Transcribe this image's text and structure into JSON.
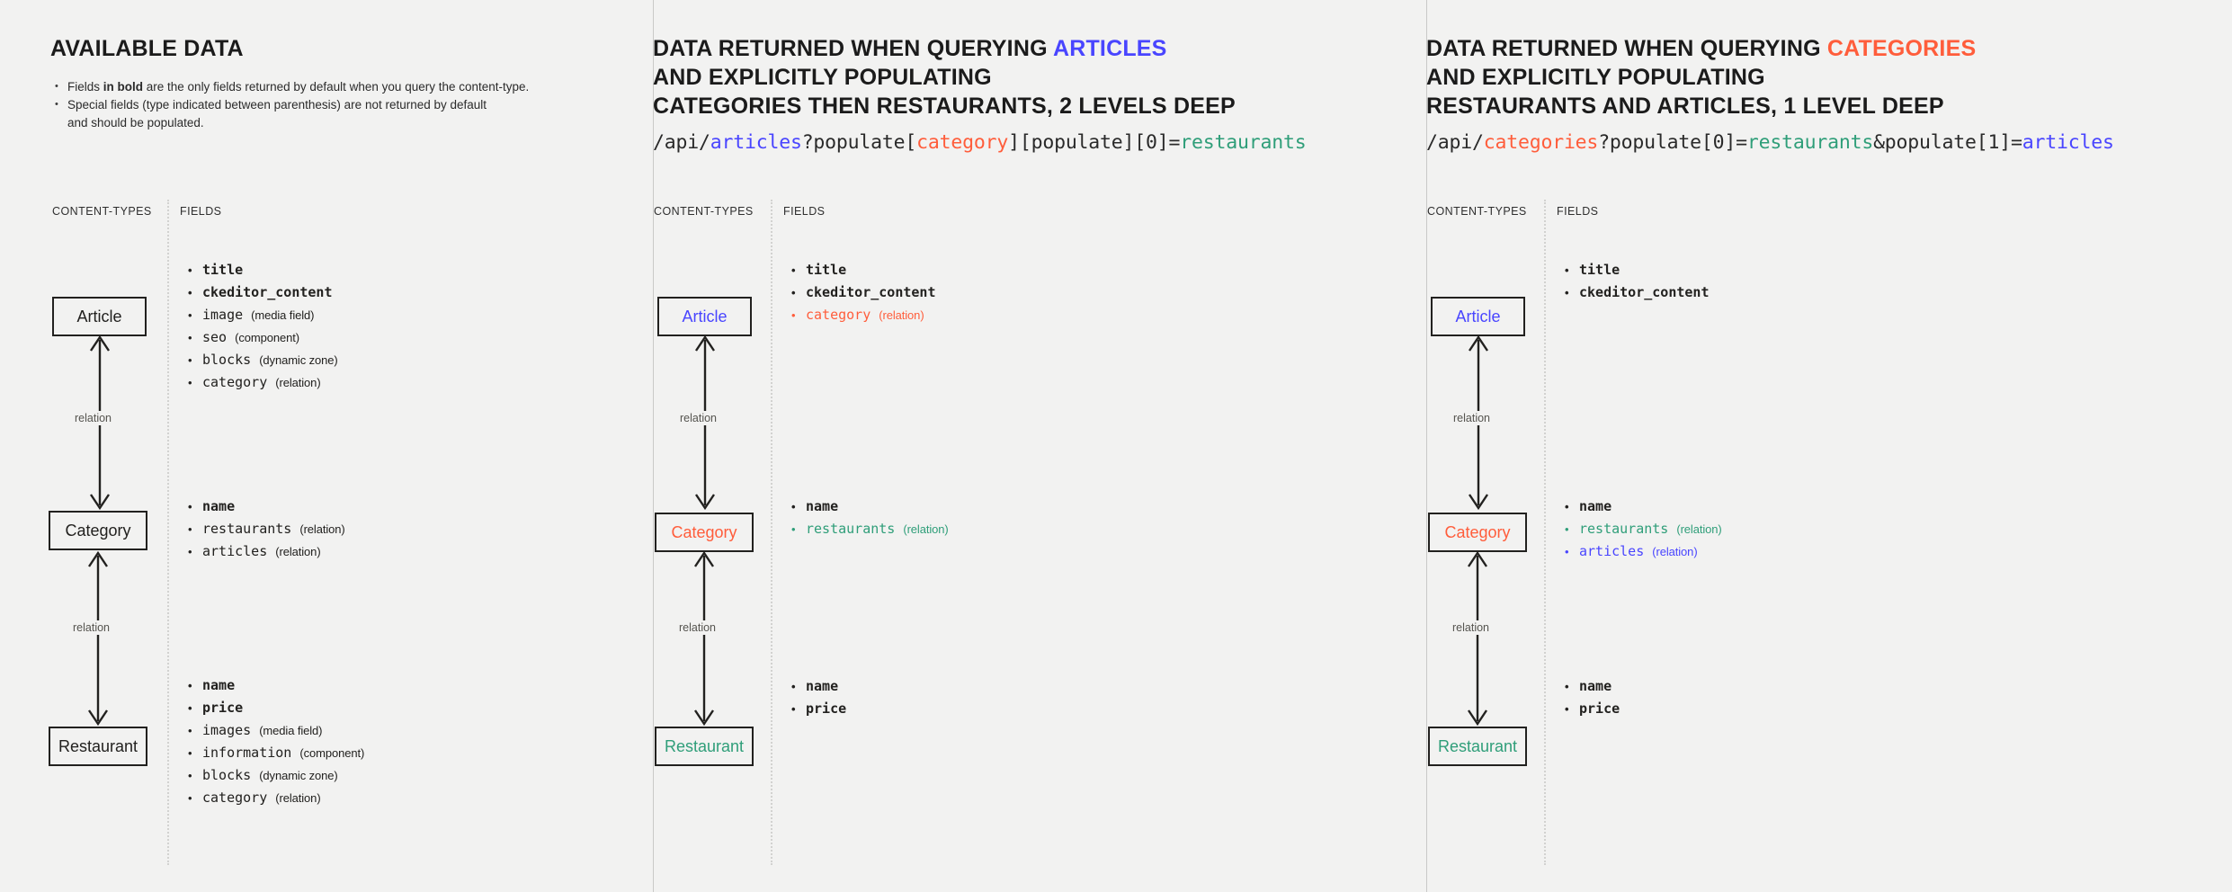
{
  "colors": {
    "background": "#f2f2f1",
    "ink": "#22211f",
    "blue": "#4945ff",
    "red": "#ff5d3b",
    "green": "#2f9e79",
    "muted": "#55544f"
  },
  "columns": [
    {
      "id": "available-data",
      "title_parts": [
        {
          "text": "AVAILABLE DATA",
          "color": "default"
        }
      ],
      "bullets": [
        {
          "pre": "Fields ",
          "bold": "in bold",
          "post": " are the only fields returned by default when you query the content-type."
        },
        {
          "pre": "Special fields (type indicated between parenthesis) are not returned by default",
          "bold": "",
          "post": "",
          "line2": "and should be populated."
        }
      ],
      "api": null,
      "labels": {
        "content_types": "CONTENT-TYPES",
        "fields": "FIELDS"
      },
      "nodes": [
        {
          "name": "Article",
          "color": "default"
        },
        {
          "name": "Category",
          "color": "default"
        },
        {
          "name": "Restaurant",
          "color": "default"
        }
      ],
      "relations": [
        {
          "label": "relation"
        },
        {
          "label": "relation"
        }
      ],
      "field_groups": [
        [
          {
            "name": "title",
            "type": "",
            "style": "bold"
          },
          {
            "name": "ckeditor_content",
            "type": "",
            "style": "bold"
          },
          {
            "name": "image",
            "type": "(media field)",
            "style": "normal"
          },
          {
            "name": "seo",
            "type": "(component)",
            "style": "normal"
          },
          {
            "name": "blocks",
            "type": "(dynamic zone)",
            "style": "normal"
          },
          {
            "name": "category",
            "type": "(relation)",
            "style": "normal"
          }
        ],
        [
          {
            "name": "name",
            "type": "",
            "style": "bold"
          },
          {
            "name": "restaurants",
            "type": "(relation)",
            "style": "normal"
          },
          {
            "name": "articles",
            "type": "(relation)",
            "style": "normal"
          }
        ],
        [
          {
            "name": "name",
            "type": "",
            "style": "bold"
          },
          {
            "name": "price",
            "type": "",
            "style": "bold"
          },
          {
            "name": "images",
            "type": "(media field)",
            "style": "normal"
          },
          {
            "name": "information",
            "type": "(component)",
            "style": "normal"
          },
          {
            "name": "blocks",
            "type": "(dynamic zone)",
            "style": "normal"
          },
          {
            "name": "category",
            "type": "(relation)",
            "style": "normal"
          }
        ]
      ]
    },
    {
      "id": "query-articles",
      "title_lines": [
        [
          {
            "text": "DATA RETURNED WHEN QUERYING ",
            "color": "default"
          },
          {
            "text": "ARTICLES",
            "color": "blue"
          }
        ],
        [
          {
            "text": "AND EXPLICITLY POPULATING",
            "color": "default"
          }
        ],
        [
          {
            "text": "CATEGORIES THEN RESTAURANTS, 2 LEVELS DEEP",
            "color": "default"
          }
        ]
      ],
      "api": [
        {
          "text": "/api/",
          "color": "default"
        },
        {
          "text": "articles",
          "color": "blue"
        },
        {
          "text": "?populate[",
          "color": "default"
        },
        {
          "text": "category",
          "color": "red"
        },
        {
          "text": "][populate][0]=",
          "color": "default"
        },
        {
          "text": "restaurants",
          "color": "green"
        }
      ],
      "labels": {
        "content_types": "CONTENT-TYPES",
        "fields": "FIELDS"
      },
      "nodes": [
        {
          "name": "Article",
          "color": "blue"
        },
        {
          "name": "Category",
          "color": "red"
        },
        {
          "name": "Restaurant",
          "color": "green"
        }
      ],
      "relations": [
        {
          "label": "relation"
        },
        {
          "label": "relation"
        }
      ],
      "field_groups": [
        [
          {
            "name": "title",
            "type": "",
            "style": "bold"
          },
          {
            "name": "ckeditor_content",
            "type": "",
            "style": "bold"
          },
          {
            "name": "category",
            "type": "(relation)",
            "style": "red"
          }
        ],
        [
          {
            "name": "name",
            "type": "",
            "style": "bold"
          },
          {
            "name": "restaurants",
            "type": "(relation)",
            "style": "green"
          }
        ],
        [
          {
            "name": "name",
            "type": "",
            "style": "bold"
          },
          {
            "name": "price",
            "type": "",
            "style": "bold"
          }
        ]
      ]
    },
    {
      "id": "query-categories",
      "title_lines": [
        [
          {
            "text": "DATA RETURNED WHEN QUERYING ",
            "color": "default"
          },
          {
            "text": "CATEGORIES",
            "color": "red"
          }
        ],
        [
          {
            "text": "AND EXPLICITLY POPULATING",
            "color": "default"
          }
        ],
        [
          {
            "text": "RESTAURANTS AND ARTICLES, 1 LEVEL DEEP",
            "color": "default"
          }
        ]
      ],
      "api": [
        {
          "text": "/api/",
          "color": "default"
        },
        {
          "text": "categories",
          "color": "red"
        },
        {
          "text": "?populate[0]=",
          "color": "default"
        },
        {
          "text": "restaurants",
          "color": "green"
        },
        {
          "text": "&populate[1]=",
          "color": "default"
        },
        {
          "text": "articles",
          "color": "blue"
        }
      ],
      "labels": {
        "content_types": "CONTENT-TYPES",
        "fields": "FIELDS"
      },
      "nodes": [
        {
          "name": "Article",
          "color": "blue"
        },
        {
          "name": "Category",
          "color": "red"
        },
        {
          "name": "Restaurant",
          "color": "green"
        }
      ],
      "relations": [
        {
          "label": "relation"
        },
        {
          "label": "relation"
        }
      ],
      "field_groups": [
        [
          {
            "name": "title",
            "type": "",
            "style": "bold"
          },
          {
            "name": "ckeditor_content",
            "type": "",
            "style": "bold"
          }
        ],
        [
          {
            "name": "name",
            "type": "",
            "style": "bold"
          },
          {
            "name": "restaurants",
            "type": "(relation)",
            "style": "green"
          },
          {
            "name": "articles",
            "type": "(relation)",
            "style": "blue"
          }
        ],
        [
          {
            "name": "name",
            "type": "",
            "style": "bold"
          },
          {
            "name": "price",
            "type": "",
            "style": "bold"
          }
        ]
      ]
    }
  ]
}
